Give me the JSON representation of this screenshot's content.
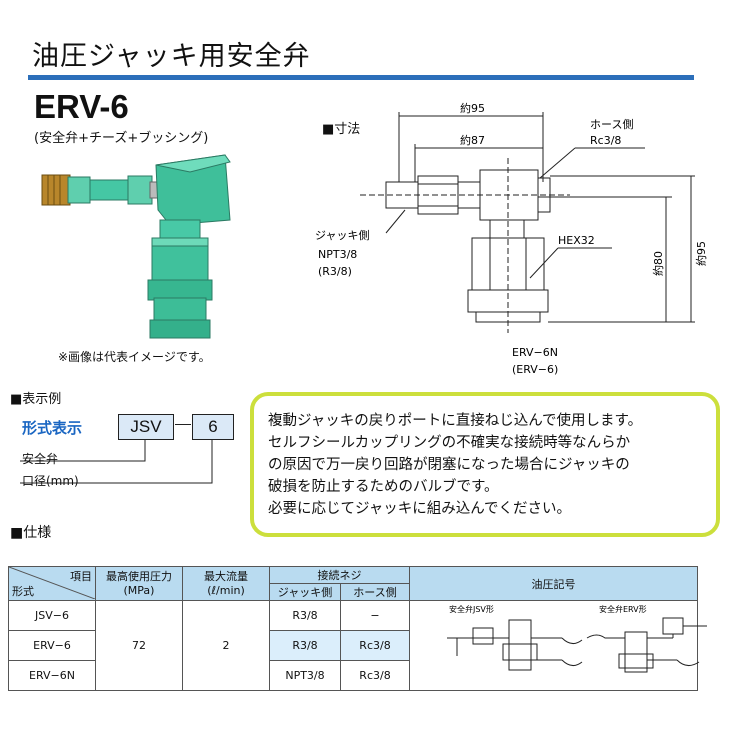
{
  "page": {
    "title": "油圧ジャッキ用安全弁"
  },
  "product": {
    "model": "ERV-6",
    "subtitle": "(安全弁+チーズ+ブッシング)",
    "photo_note": "※画像は代表イメージです。"
  },
  "dimensions": {
    "heading": "■寸法",
    "approx95_top": "約95",
    "approx87": "約87",
    "hose_side": "ホース側",
    "rc38": "Rc3/8",
    "jack_side": "ジャッキ側",
    "npt38": "NPT3/8",
    "r38": "(R3/8)",
    "hex32": "HEX32",
    "approx80": "約80",
    "approx95_side": "約95",
    "model_caption": "ERV−6N",
    "model_caption2": "(ERV−6)"
  },
  "example": {
    "heading": "■表示例",
    "label": "形式表示",
    "code1": "JSV",
    "code2": "6",
    "valve": "安全弁",
    "diameter": "口径(mm)"
  },
  "description": [
    "複動ジャッキの戻りポートに直接ねじ込んで使用します。",
    "セルフシールカップリングの不確実な接続時等なんらか",
    "の原因で万一戻り回路が閉塞になった場合にジャッキの",
    "破損を防止するためのバルブです。",
    "必要に応じてジャッキに組み込んでください。"
  ],
  "spec": {
    "heading": "■仕様",
    "headers": {
      "item": "項目",
      "model": "形式",
      "max_pressure": "最高使用圧力",
      "pressure_unit": "(MPa)",
      "max_flow": "最大流量",
      "flow_unit": "(ℓ/min)",
      "connection": "接続ネジ",
      "jack_side": "ジャッキ側",
      "hose_side": "ホース側",
      "symbol": "油圧記号"
    },
    "rows": [
      {
        "model": "JSV−6",
        "jack": "R3/8",
        "hose": "−"
      },
      {
        "model": "ERV−6",
        "jack": "R3/8",
        "hose": "Rc3/8"
      },
      {
        "model": "ERV−6N",
        "jack": "NPT3/8",
        "hose": "Rc3/8"
      }
    ],
    "pressure": "72",
    "flow": "2",
    "symbol_jsv": "安全弁JSV形",
    "symbol_erv": "安全弁ERV形"
  },
  "colors": {
    "accent_blue": "#2c6fba",
    "callout_border": "#ccdf3c",
    "table_header": "#b9dbf0",
    "valve_green": "#45c7a4"
  }
}
